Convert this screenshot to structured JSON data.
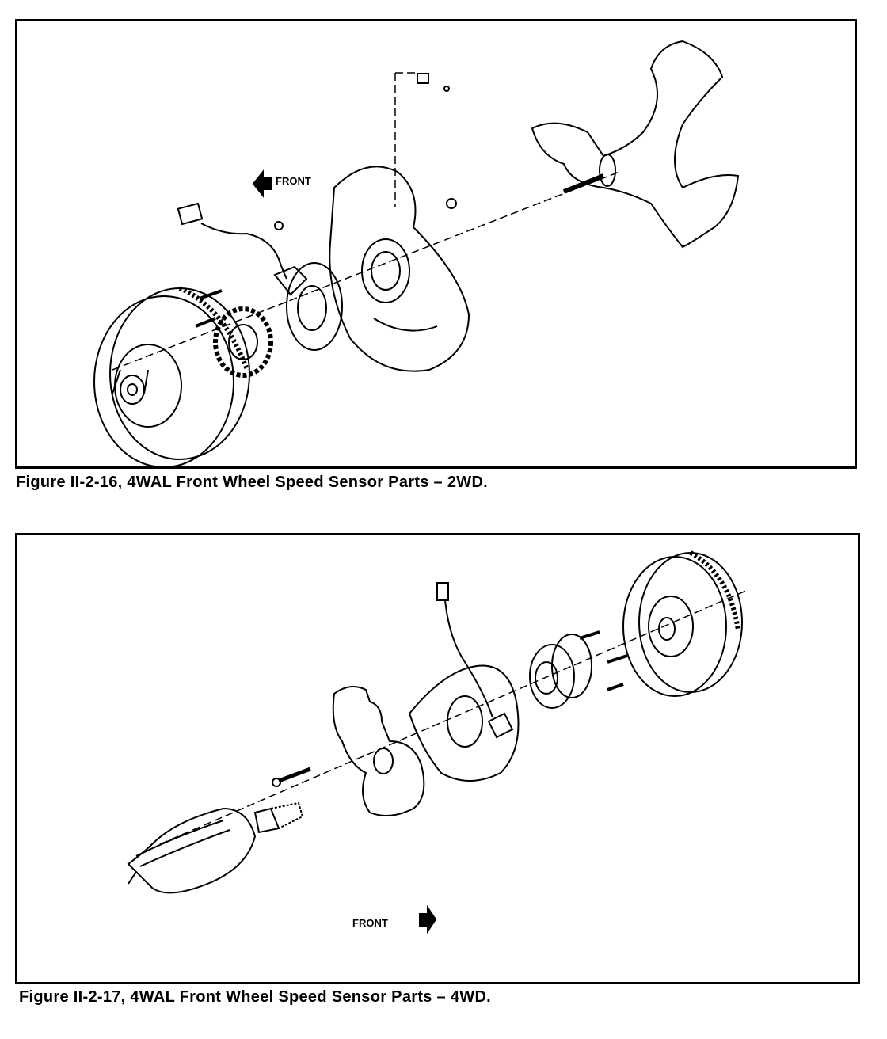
{
  "figures": [
    {
      "caption": "Figure II-2-16, 4WAL Front Wheel Speed Sensor Parts – 2WD.",
      "direction_label": "FRONT"
    },
    {
      "caption": "Figure II-2-17, 4WAL Front Wheel Speed Sensor Parts – 4WD.",
      "direction_label": "FRONT"
    }
  ]
}
